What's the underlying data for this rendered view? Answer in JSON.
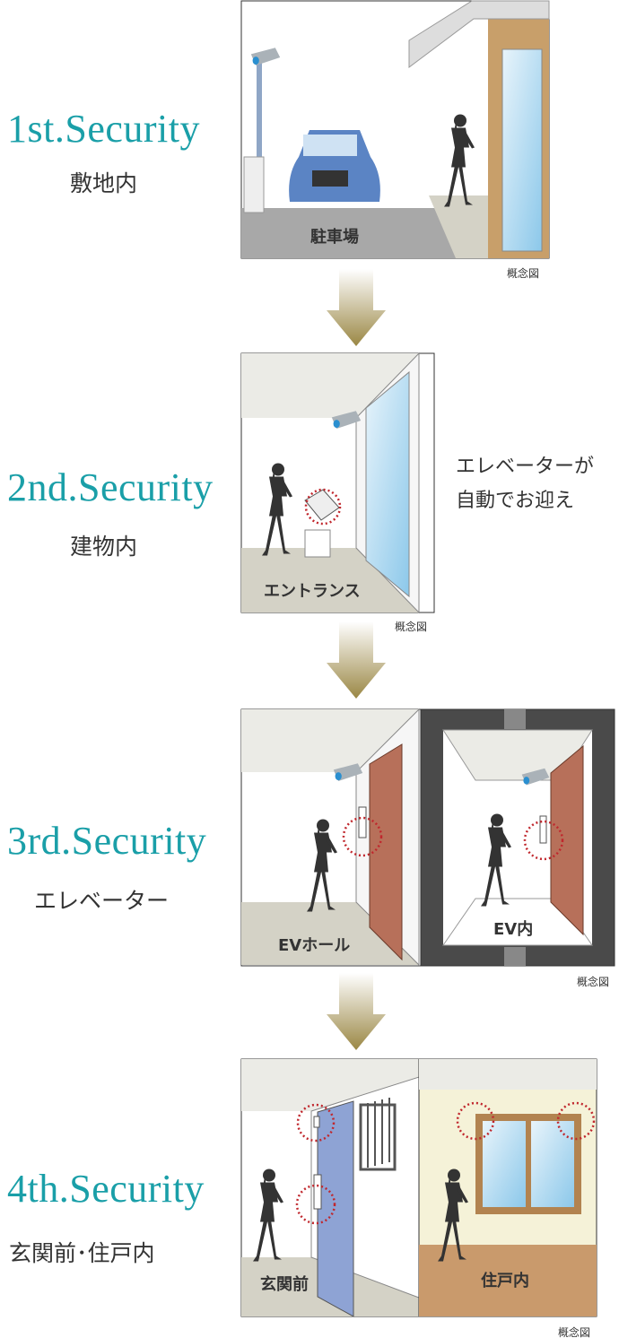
{
  "steps": [
    {
      "title": "1st.Security",
      "subtitle": "敷地内",
      "scene_label": "駐車場",
      "caption": "概念図"
    },
    {
      "title": "2nd.Security",
      "subtitle": "建物内",
      "scene_label": "エントランス",
      "caption": "概念図",
      "note_line1": "エレベーターが",
      "note_line2": "自動でお迎え"
    },
    {
      "title": "3rd.Security",
      "subtitle": "エレベーター",
      "scene_label_left": "EVホール",
      "scene_label_right": "EV内",
      "caption": "概念図"
    },
    {
      "title": "4th.Security",
      "subtitle": "玄関前･住戸内",
      "scene_label_left": "玄関前",
      "scene_label_right": "住戸内",
      "caption": "概念図"
    }
  ],
  "colors": {
    "accent": "#1a9fa8",
    "arrow": "#9a8744",
    "highlight": "#c0272d"
  }
}
